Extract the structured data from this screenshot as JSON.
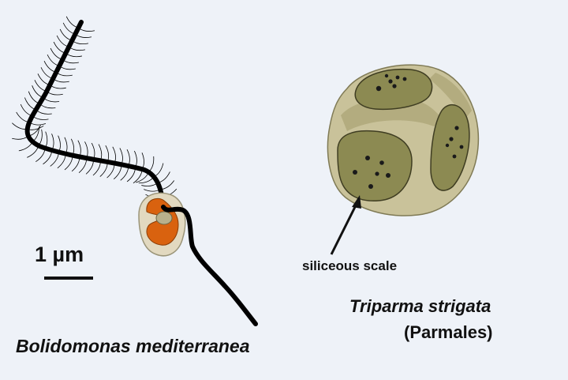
{
  "labels": {
    "scale": "1 µm",
    "siliceous_scale": "siliceous scale",
    "species_left": "Bolidomonas mediterranea",
    "species_right": "Triparma strigata",
    "species_right_group": "(Parmales)"
  },
  "colors": {
    "background": "#eef2f8",
    "flagellum": "#000000",
    "cell_body": "#e2d9c0",
    "chloroplast": "#d9620f",
    "scale_fill": "#8c8a52",
    "cell_casing": "#bfb88c",
    "scale_spots": "#1a1a1a"
  },
  "icons": {
    "hair_flagellum": "hairy-flagellum-icon",
    "smooth_flagellum": "smooth-flagellum-icon",
    "arrow": "arrow-icon"
  }
}
